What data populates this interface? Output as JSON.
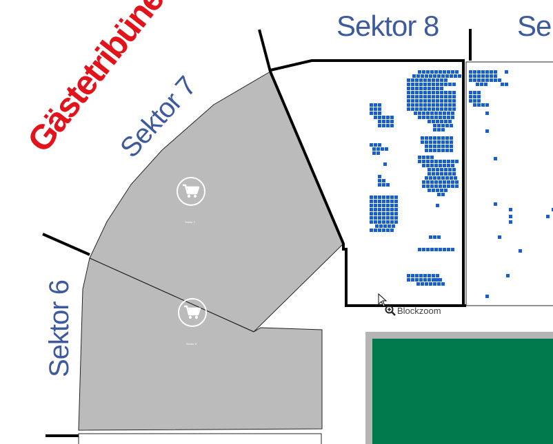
{
  "map": {
    "guest_stand_label": "Gästetribüne",
    "sectors": [
      {
        "id": "sektor-6",
        "label": "Sektor 6"
      },
      {
        "id": "sektor-7",
        "label": "Sektor 7"
      },
      {
        "id": "sektor-8",
        "label": "Sektor 8"
      },
      {
        "id": "sektor-9-partial",
        "label": "Sek"
      }
    ],
    "cart_blocks": [
      {
        "id": "sektor-7",
        "caption": "Sektor 7"
      },
      {
        "id": "sektor-6",
        "caption": "Sektor 6"
      }
    ],
    "blockzoom_label": "Blockzoom",
    "colors": {
      "seat_available": "#1f5cc5",
      "block_gray": "#bbbbbb",
      "pitch_green": "#007a4d",
      "pitch_border": "#b5b5b5",
      "sector_text": "#3d5a9e",
      "guest_text": "#e3131b"
    },
    "icons": {
      "cart": "shopping-cart-icon",
      "zoom": "zoom-in-icon",
      "cursor": "mouse-pointer-icon"
    }
  }
}
